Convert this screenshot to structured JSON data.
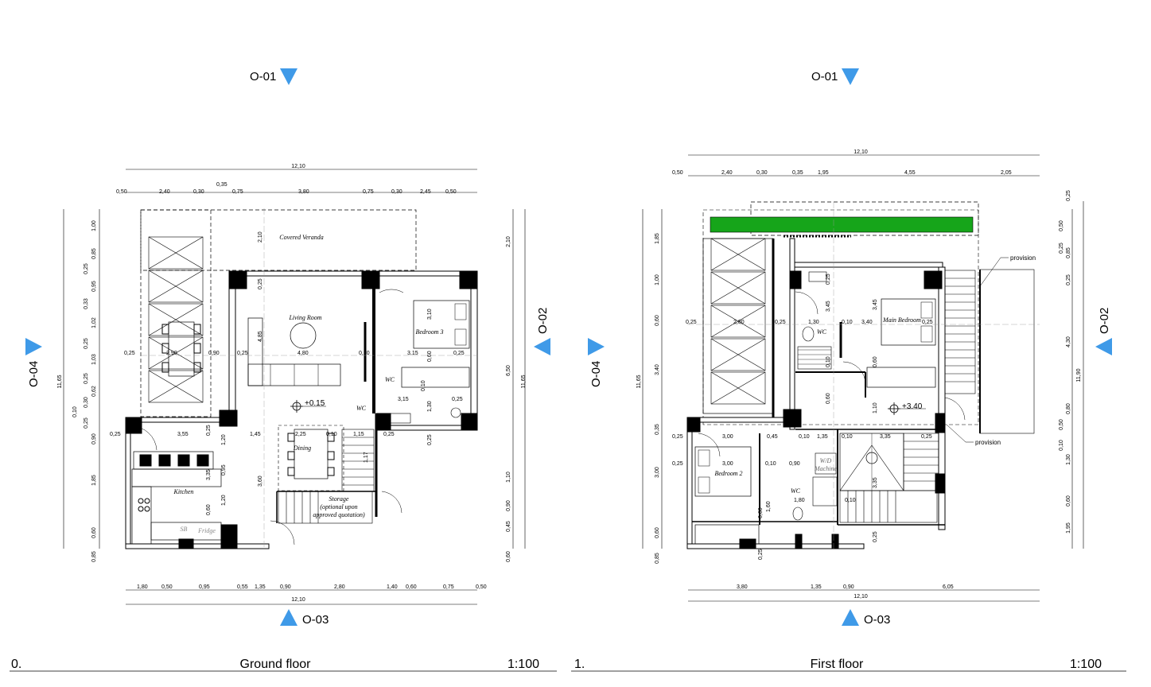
{
  "ground": {
    "markers": {
      "top": "O-01",
      "bottom": "O-03",
      "left": "O-04",
      "right": "O-02"
    },
    "rooms": {
      "veranda": "Covered Veranda",
      "living": "Living Room",
      "bedroom3": "Bedroom 3",
      "kitchen": "Kitchen",
      "dining": "Dining",
      "storage1": "Storage",
      "storage2": "(optional upon",
      "storage3": "approved quotation)",
      "wc": "WC",
      "wc2": "WC",
      "sb": "SB",
      "fridge": "Fridge"
    },
    "level": "+0.15",
    "top_total": "12,10",
    "top_dims": [
      "0,50",
      "2,40",
      "0,30",
      "0,35",
      "0,75",
      "3,80",
      "0,75",
      "0,30",
      "2,45",
      "0,50"
    ],
    "bottom_dims": [
      "1,80",
      "0,50",
      "0,95",
      "0,55",
      "1,35",
      "0,90",
      "2,80",
      "1,40",
      "0,60",
      "0,75",
      "0,50"
    ],
    "bottom_total": "12,10",
    "left_total": "11,65",
    "left_dims": [
      "1,00",
      "0,85",
      "0,25",
      "0,95",
      "0,33",
      "1,02",
      "0,25",
      "1,03",
      "0,25",
      "0,62",
      "0,30",
      "0,10",
      "0,25",
      "0,90",
      "1,85",
      "0,60",
      "0,85"
    ],
    "right_total": "11,65",
    "right_dims": [
      "2,10",
      "6,50",
      "1,10",
      "0,90",
      "0,45",
      "0,60"
    ],
    "inner_dims": [
      "0,25",
      "2,90",
      "0,90",
      "0,25",
      "4,80",
      "0,10",
      "3,15",
      "0,25",
      "3,55",
      "0,25",
      "1,45",
      "2,25",
      "0,10",
      "1,15",
      "0,25",
      "2,10",
      "0,25",
      "4,85",
      "3,10",
      "0,60",
      "0,10",
      "3,15",
      "1,30",
      "0,25",
      "1,20",
      "0,95",
      "1,20",
      "3,35",
      "0,60",
      "0,25",
      "3,60",
      "1,17",
      "0,25"
    ],
    "number": "0.",
    "name": "Ground floor",
    "scale": "1:100"
  },
  "first": {
    "markers": {
      "top": "O-01",
      "bottom": "O-03",
      "left": "O-04",
      "right": "O-02"
    },
    "rooms": {
      "main": "Main Bedroom",
      "bedroom2": "Bedroom 2",
      "wc": "WC",
      "wc2": "WC",
      "wd1": "W/D",
      "wd2": "Machine"
    },
    "level": "+3.40",
    "provision1": "provision",
    "provision2": "provision",
    "top_total": "12,10",
    "top_dims": [
      "0,50",
      "2,40",
      "0,30",
      "0,35",
      "1,95",
      "4,55",
      "2,05"
    ],
    "bottom_dims": [
      "3,80",
      "1,35",
      "0,90",
      "6,05"
    ],
    "bottom_total": "12,10",
    "left_total": "11,65",
    "left_dims": [
      "1,85",
      "1,00",
      "0,60",
      "3,40",
      "0,35",
      "3,00",
      "0,60",
      "0,85"
    ],
    "right_total": "11,90",
    "right_dims": [
      "0,25",
      "0,50",
      "0,25",
      "0,85",
      "0,25",
      "4,30",
      "0,80",
      "0,50",
      "0,10",
      "1,30",
      "0,60",
      "1,95"
    ],
    "inner_dims": [
      "0,25",
      "2,80",
      "0,25",
      "1,30",
      "0,10",
      "3,40",
      "0,25",
      "0,25",
      "3,00",
      "0,45",
      "0,10",
      "1,35",
      "0,10",
      "3,35",
      "0,25",
      "0,25",
      "3,00",
      "0,10",
      "0,90",
      "1,80",
      "0,10",
      "3,45",
      "0,25",
      "3,45",
      "0,10",
      "0,60",
      "0,60",
      "1,10",
      "3,35",
      "1,60",
      "0,60",
      "0,25",
      "0,25"
    ],
    "number": "1.",
    "name": "First floor",
    "scale": "1:100"
  }
}
